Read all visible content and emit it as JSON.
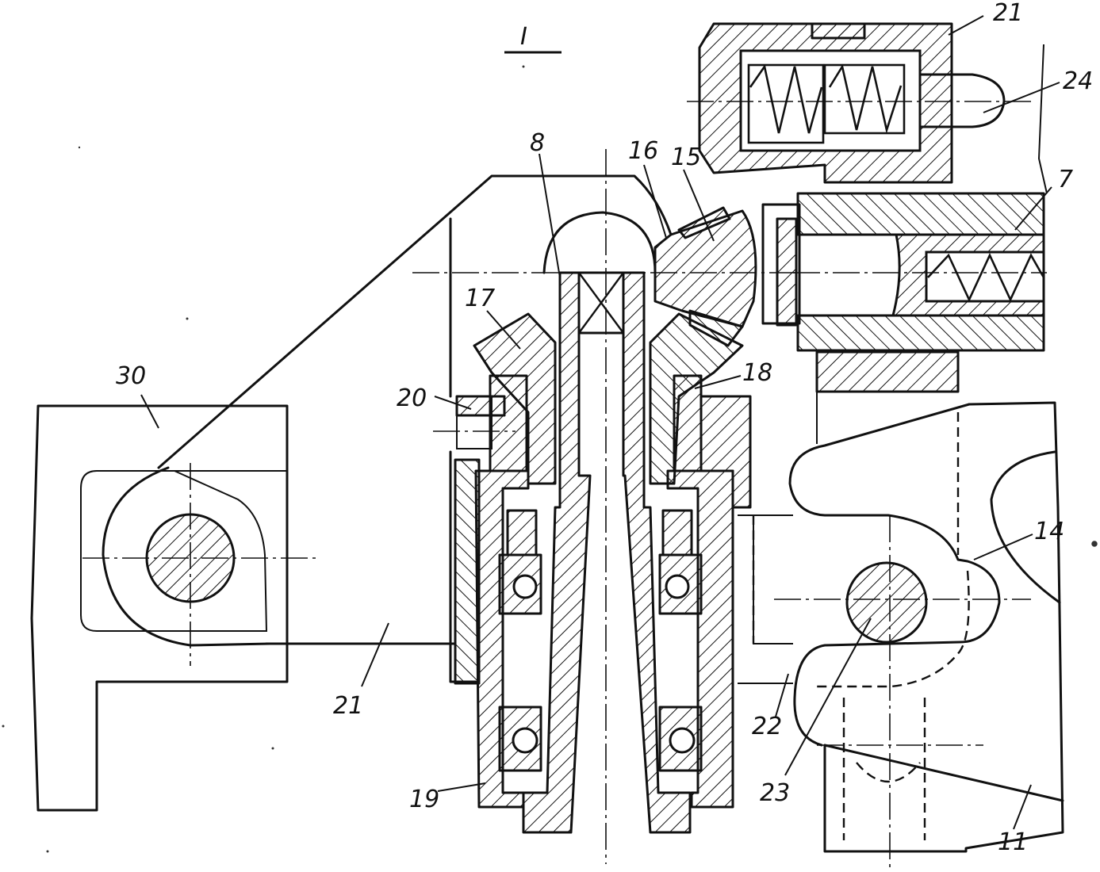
{
  "figure": {
    "view_title": "I",
    "labels": [
      {
        "id": "l8",
        "text": "8"
      },
      {
        "id": "l16",
        "text": "16"
      },
      {
        "id": "l15",
        "text": "15"
      },
      {
        "id": "l21a",
        "text": "21"
      },
      {
        "id": "l24",
        "text": "24"
      },
      {
        "id": "l7",
        "text": "7"
      },
      {
        "id": "l17",
        "text": "17"
      },
      {
        "id": "l18",
        "text": "18"
      },
      {
        "id": "l20",
        "text": "20"
      },
      {
        "id": "l30",
        "text": "30"
      },
      {
        "id": "l14",
        "text": "14"
      },
      {
        "id": "l21b",
        "text": "21"
      },
      {
        "id": "l22",
        "text": "22"
      },
      {
        "id": "l23",
        "text": "23"
      },
      {
        "id": "l19",
        "text": "19"
      },
      {
        "id": "l11",
        "text": "11"
      }
    ]
  }
}
